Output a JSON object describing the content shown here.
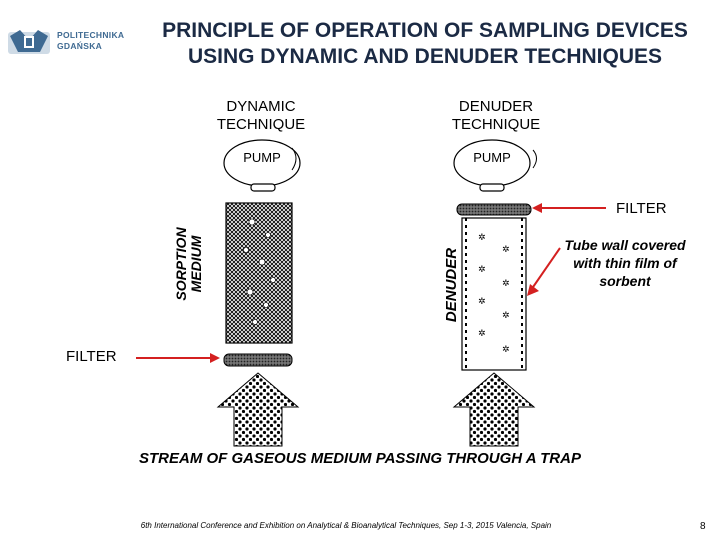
{
  "header": {
    "logo_line1": "POLITECHNIKA",
    "logo_line2": "GDAŃSKA",
    "title_line1": "PRINCIPLE OF OPERATION OF SAMPLING DEVICES",
    "title_line2": "USING DYNAMIC AND DENUDER TECHNIQUES"
  },
  "diagram": {
    "dynamic_label_line1": "DYNAMIC",
    "dynamic_label_line2": "TECHNIQUE",
    "denuder_label_line1": "DENUDER",
    "denuder_label_line2": "TECHNIQUE",
    "pump_left": "PUMP",
    "pump_right": "PUMP",
    "sorption_line1": "SORPTION",
    "sorption_line2": "MEDIUM",
    "denuder_vertical": "DENUDER",
    "filter_right": "FILTER",
    "filter_left": "FILTER",
    "tube_note_line1": "Tube wall covered",
    "tube_note_line2": "with thin film of",
    "tube_note_line3": "sorbent",
    "stream_caption": "STREAM OF GASEOUS MEDIUM PASSING THROUGH A TRAP"
  },
  "footer": {
    "conference": "6th International Conference and Exhibition on Analytical & Bioanalytical Techniques, Sep 1-3, 2015 Valencia, Spain",
    "page_number": "8"
  },
  "colors": {
    "title": "#1b2a44",
    "logo": "#3f6a92",
    "arrow": "#d42020"
  }
}
